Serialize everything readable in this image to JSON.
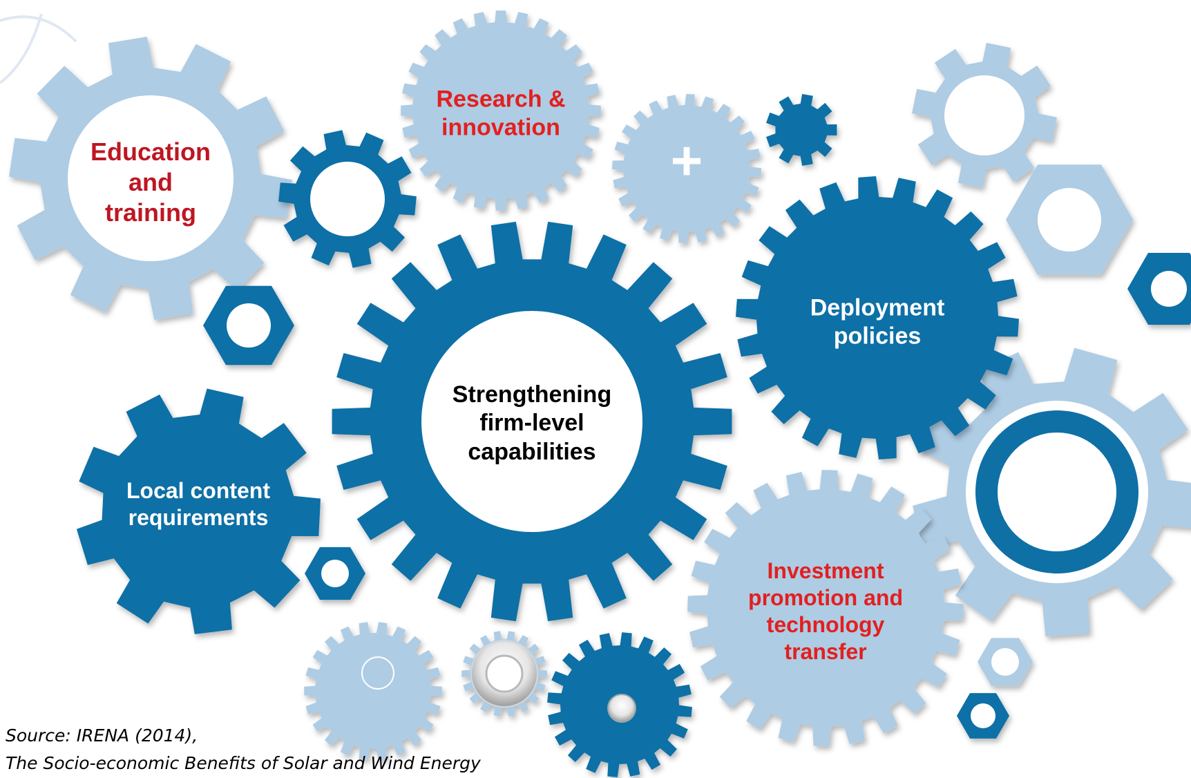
{
  "colors": {
    "dark_blue": "#0f70a6",
    "light_blue": "#aecce4",
    "red_label": "#e31f1f",
    "dark_red_label": "#be1622",
    "white_label": "#ffffff",
    "black_label": "#000000"
  },
  "nodes": {
    "center": {
      "text": "Strengthening\nfirm-level\ncapabilities"
    },
    "education": {
      "text": "Education\nand\ntraining"
    },
    "research": {
      "text": "Research &\ninnovation"
    },
    "deployment": {
      "text": "Deployment\npolicies"
    },
    "local_content": {
      "text": "Local content\nrequirements"
    },
    "investment": {
      "text": "Investment\npromotion and\ntechnology\ntransfer"
    }
  },
  "plus_symbol": "+",
  "source": {
    "line1": "Source: IRENA (2014),",
    "line2": "The Socio-economic Benefits of Solar and Wind Energy"
  }
}
